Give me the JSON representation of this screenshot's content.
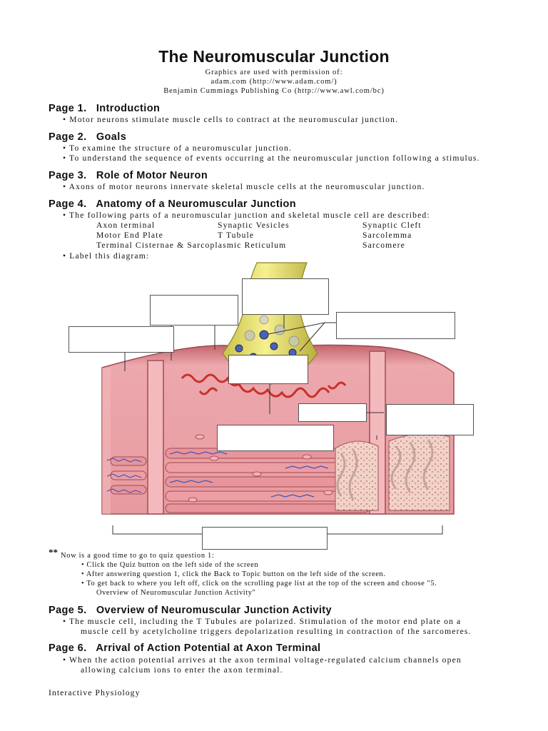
{
  "title": "The Neuromuscular Junction",
  "credits": [
    "Graphics are used with permission of:",
    "adam.com (http://www.adam.com/)",
    "Benjamin Cummings Publishing Co (http://www.awl.com/bc)"
  ],
  "pages": [
    {
      "heading": "Page 1.   Introduction",
      "bullets": [
        "• Motor neurons stimulate muscle cells to contract at the neuromuscular junction."
      ]
    },
    {
      "heading": "Page 2.   Goals",
      "bullets": [
        "• To examine the structure of a neuromuscular junction.",
        "• To understand the sequence of events occurring at the neuromuscular junction following a stimulus."
      ]
    },
    {
      "heading": "Page 3.   Role of Motor Neuron",
      "bullets": [
        "• Axons of motor neurons innervate skeletal muscle cells at the neuromuscular junction."
      ]
    },
    {
      "heading": "Page 4.   Anatomy of a Neuromuscular Junction",
      "bullets": [
        "• The following parts of a neuromuscular junction and skeletal muscle cell are described:",
        "• Label this diagram:"
      ],
      "parts": [
        [
          "Axon terminal",
          "Synaptic Vesicles",
          "Synaptic Cleft"
        ],
        [
          "Motor End Plate",
          "T Tubule",
          "Sarcolemma"
        ],
        [
          "Terminal Cisternae & Sarcoplasmic Reticulum",
          "",
          "Sarcomere"
        ]
      ]
    },
    {
      "heading": "Page 5.   Overview of Neuromuscular Junction Activity",
      "bullets": [
        "• The muscle cell, including the T Tubules are polarized.  Stimulation of the motor end plate on a",
        "muscle cell by acetylcholine triggers depolarization resulting in contraction of the sarcomeres."
      ]
    },
    {
      "heading": "Page 6.   Arrival of Action Potential at Axon Terminal",
      "bullets": [
        "• When the action potential arrives at the axon terminal voltage-regulated calcium channels open",
        "allowing calcium ions to enter the axon terminal."
      ]
    }
  ],
  "quiz": {
    "marker": "**",
    "intro": "Now is a good time to go to quiz question 1:",
    "steps": [
      "• Click the Quiz button on the left side of the screen",
      "• After answering question 1, click the Back to Topic button on the left side of the screen.",
      "• To get back to where you left off, click on the scrolling page list at the top of the screen and choose \"5.",
      "Overview of Neuromuscular Junction Activity\""
    ]
  },
  "footer": "Interactive Physiology",
  "colors": {
    "muscle": "#e9a3a8",
    "muscle_dark": "#b65a62",
    "neuron": "#e8e06a",
    "vesicle": "#4b5fbf",
    "folds": "#c9302c"
  }
}
